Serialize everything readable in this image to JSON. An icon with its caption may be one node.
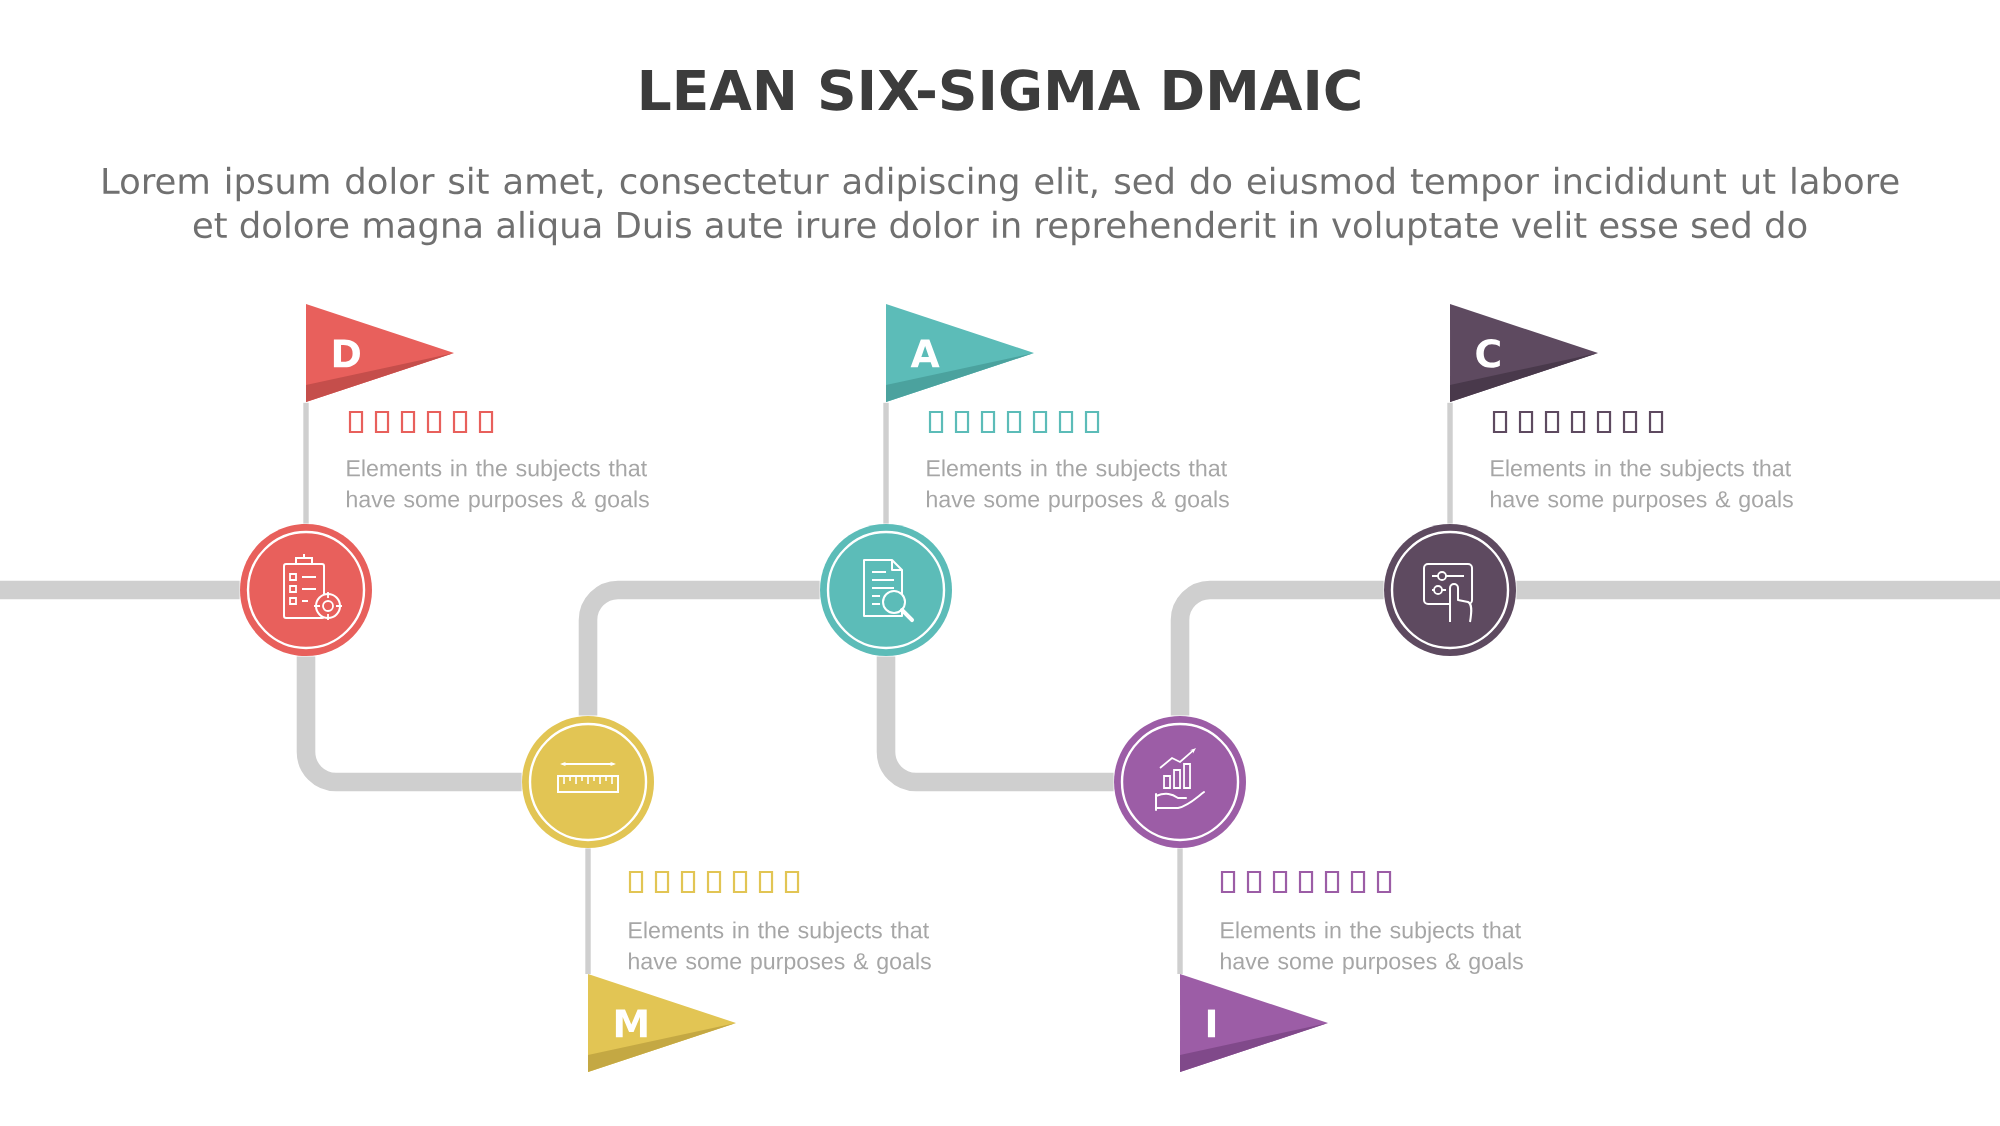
{
  "diagram": {
    "title": "LEAN SIX-SIGMA DMAIC",
    "nodes": [
      {
        "text": [
          "D"
        ]
      },
      {
        "text": [],
        "shape": "circle"
      },
      {
        "text": [],
        "shape": "circle"
      },
      {
        "text": [
          "M"
        ]
      },
      {
        "text": [
          "A"
        ]
      },
      {
        "text": [],
        "shape": "circle"
      },
      {
        "text": [],
        "shape": "circle"
      },
      {
        "text": [
          "I"
        ]
      },
      {
        "text": [
          "C"
        ]
      },
      {
        "text": [],
        "shape": "circle"
      }
    ],
    "edges": [
      {
        "from": null,
        "to": 1,
        "arrow": "none"
      },
      {
        "from": 0,
        "to": 1,
        "arrow": "none"
      },
      {
        "from": 1,
        "to": 2,
        "arrow": "none"
      },
      {
        "from": 2,
        "to": 3,
        "arrow": "none"
      },
      {
        "from": 2,
        "to": 5,
        "arrow": "none"
      },
      {
        "from": 4,
        "to": 5,
        "arrow": "none"
      },
      {
        "from": 5,
        "to": 6,
        "arrow": "none"
      },
      {
        "from": 6,
        "to": 7,
        "arrow": "none"
      },
      {
        "from": 6,
        "to": 9,
        "arrow": "none"
      },
      {
        "from": 8,
        "to": 9,
        "arrow": "none"
      },
      {
        "from": 9,
        "to": null,
        "arrow": "none"
      }
    ],
    "labels": [
      "Lorem ipsum dolor sit amet, consectetur adipiscing elit, sed do eiusmod tempor incididunt ut labore et dolore magna aliqua Duis aute irure dolor in reprehenderit in voluptate velit esse sed do",
      "Elements in the subjects that have some purposes & goals",
      "Elements in the subjects that have some purposes & goals",
      "Elements in the subjects that have some purposes & goals",
      "Elements in the subjects that have some purposes & goals",
      "Elements in the subjects that have some purposes & goals"
    ]
  }
}
